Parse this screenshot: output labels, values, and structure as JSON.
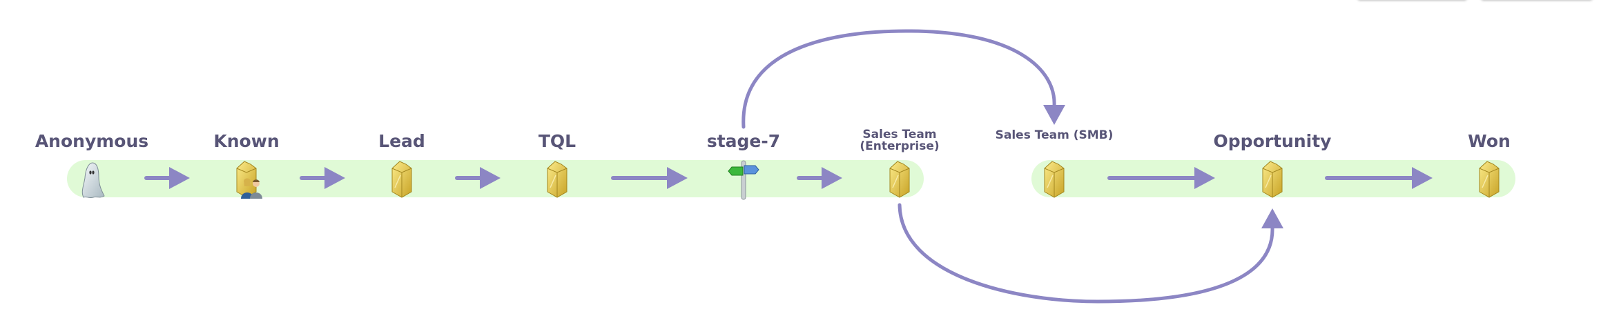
{
  "colors": {
    "band": "#e0fad6",
    "arrow": "#8c86c4",
    "label": "#585577",
    "box": "#e8c84a"
  },
  "toolbar": {
    "buttons": [
      {
        "label": ""
      },
      {
        "label": ""
      }
    ]
  },
  "stages": [
    {
      "id": "anonymous",
      "label": "Anonymous",
      "icon": "ghost-icon"
    },
    {
      "id": "known",
      "label": "Known",
      "icon": "box-people-icon"
    },
    {
      "id": "lead",
      "label": "Lead",
      "icon": "box-icon"
    },
    {
      "id": "tql",
      "label": "TQL",
      "icon": "box-icon"
    },
    {
      "id": "stage-7",
      "label": "stage-7",
      "icon": "signpost-icon"
    },
    {
      "id": "sales-team-enterprise",
      "label_line1": "Sales Team",
      "label_line2": "(Enterprise)",
      "icon": "box-icon"
    },
    {
      "id": "sales-team-smb",
      "label": "Sales Team (SMB)",
      "icon": "box-icon"
    },
    {
      "id": "opportunity",
      "label": "Opportunity",
      "icon": "box-icon"
    },
    {
      "id": "won",
      "label": "Won",
      "icon": "box-icon"
    }
  ],
  "transitions": [
    {
      "from": "anonymous",
      "to": "known"
    },
    {
      "from": "known",
      "to": "lead"
    },
    {
      "from": "lead",
      "to": "tql"
    },
    {
      "from": "tql",
      "to": "stage-7"
    },
    {
      "from": "stage-7",
      "to": "sales-team-enterprise"
    },
    {
      "from": "stage-7",
      "to": "sales-team-smb"
    },
    {
      "from": "sales-team-smb",
      "to": "opportunity"
    },
    {
      "from": "sales-team-enterprise",
      "to": "opportunity"
    },
    {
      "from": "opportunity",
      "to": "won"
    }
  ]
}
